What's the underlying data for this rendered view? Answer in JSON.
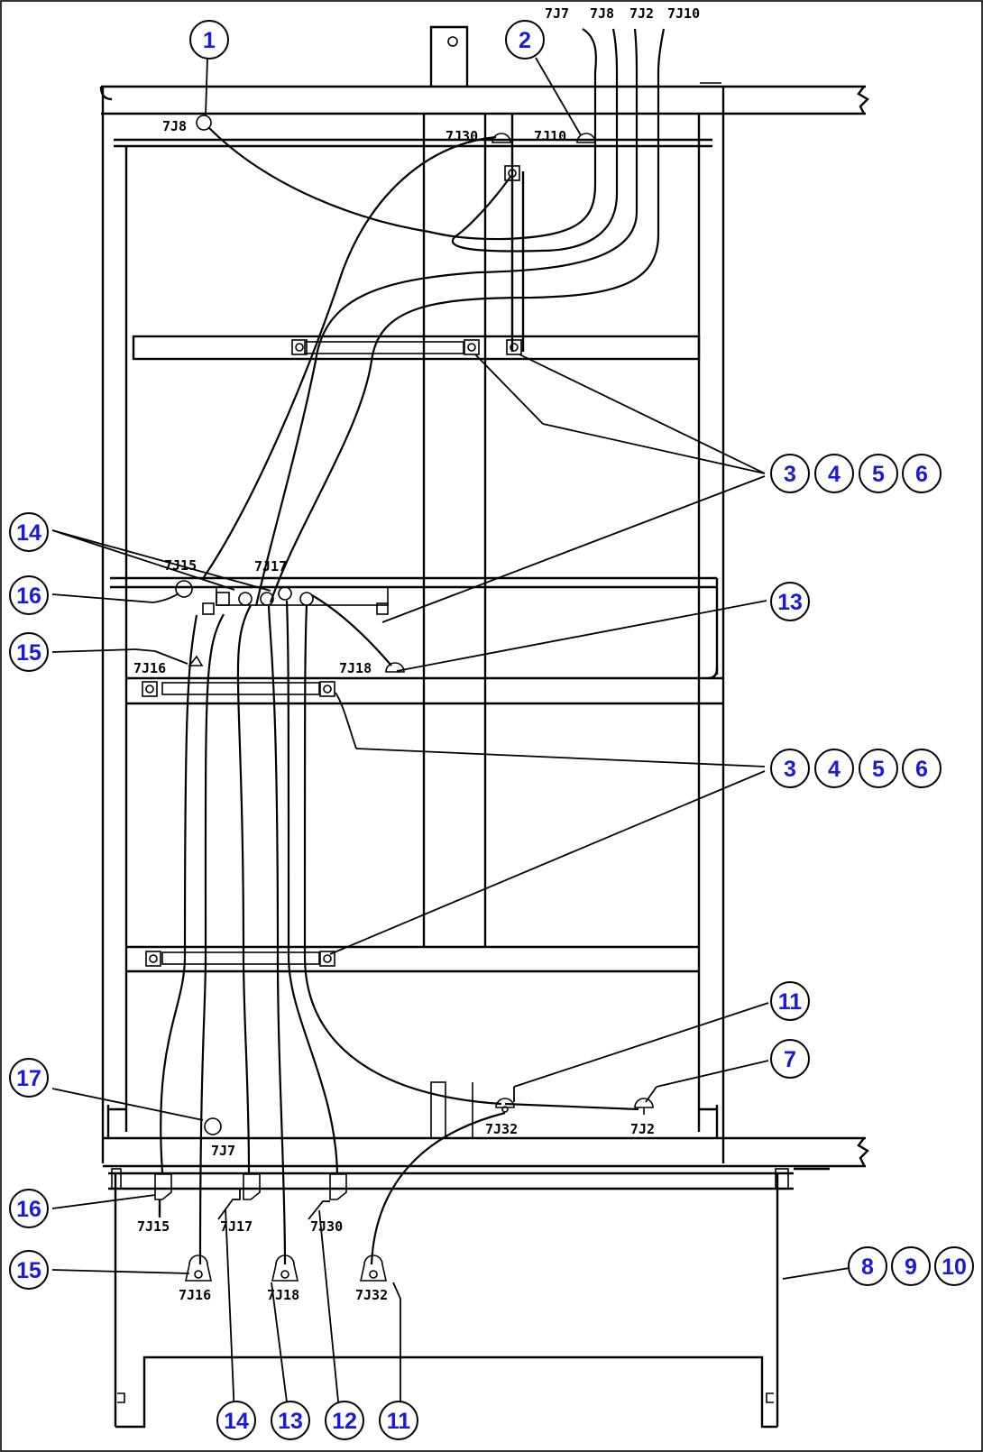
{
  "balloons": [
    {
      "id": "b1",
      "num": "1"
    },
    {
      "id": "b2",
      "num": "2"
    },
    {
      "id": "b3a",
      "num": "3"
    },
    {
      "id": "b4a",
      "num": "4"
    },
    {
      "id": "b5a",
      "num": "5"
    },
    {
      "id": "b6a",
      "num": "6"
    },
    {
      "id": "b14a",
      "num": "14"
    },
    {
      "id": "b16a",
      "num": "16"
    },
    {
      "id": "b13a",
      "num": "13"
    },
    {
      "id": "b15a",
      "num": "15"
    },
    {
      "id": "b3b",
      "num": "3"
    },
    {
      "id": "b4b",
      "num": "4"
    },
    {
      "id": "b5b",
      "num": "5"
    },
    {
      "id": "b6b",
      "num": "6"
    },
    {
      "id": "b11a",
      "num": "11"
    },
    {
      "id": "b7",
      "num": "7"
    },
    {
      "id": "b17",
      "num": "17"
    },
    {
      "id": "b16b",
      "num": "16"
    },
    {
      "id": "b15b",
      "num": "15"
    },
    {
      "id": "b8",
      "num": "8"
    },
    {
      "id": "b9",
      "num": "9"
    },
    {
      "id": "b10",
      "num": "10"
    },
    {
      "id": "b14b",
      "num": "14"
    },
    {
      "id": "b13b",
      "num": "13"
    },
    {
      "id": "b12",
      "num": "12"
    },
    {
      "id": "b11b",
      "num": "11"
    }
  ],
  "labels": {
    "top_7j7": "7J7",
    "top_7j8": "7J8",
    "top_7j2": "7J2",
    "top_7j10": "7J10",
    "c7j8": "7J8",
    "c7j30": "7J30",
    "c7j10": "7J10",
    "c7j15": "7J15",
    "c7j17": "7J17",
    "c7j16": "7J16",
    "c7j18": "7J18",
    "c7j7": "7J7",
    "c7j32": "7J32",
    "c7j2": "7J2",
    "l7j15": "7J15",
    "l7j17": "7J17",
    "l7j30": "7J30",
    "l7j16": "7J16",
    "l7j18": "7J18",
    "l7j32": "7J32"
  }
}
